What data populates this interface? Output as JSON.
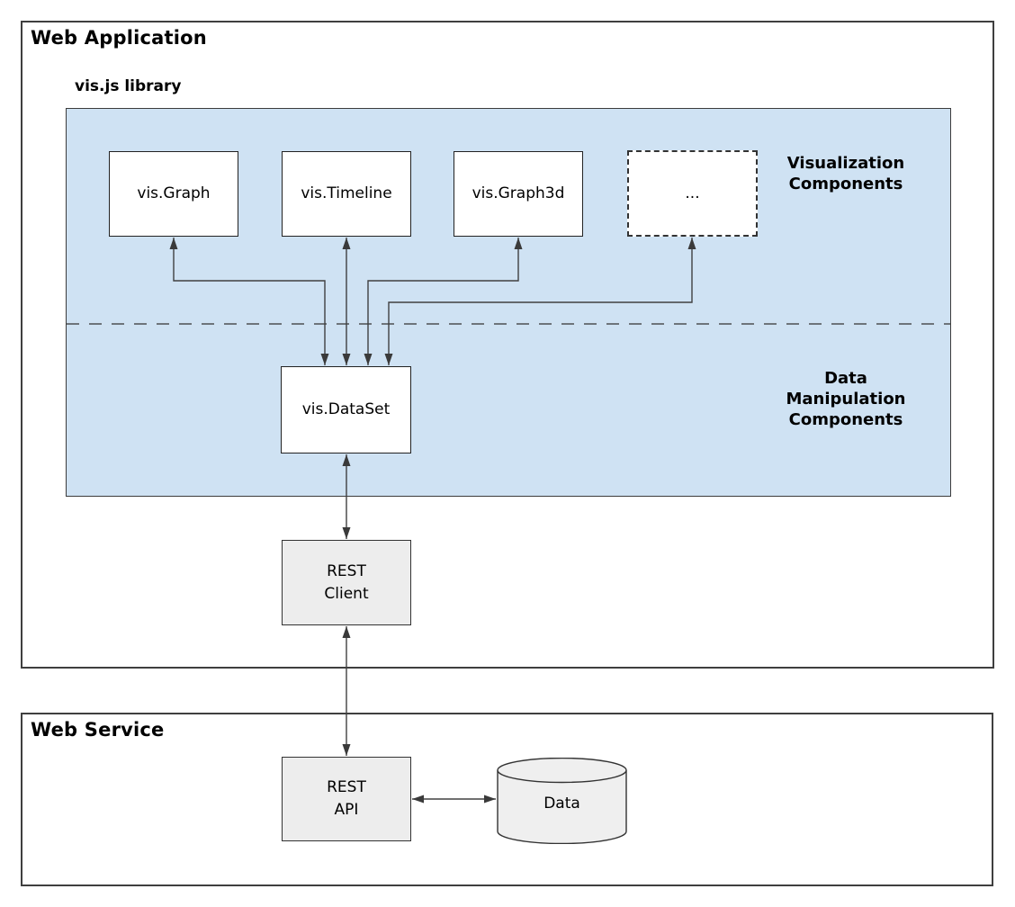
{
  "colors": {
    "panel_blue": "#cfe2f3",
    "node_white": "#ffffff",
    "node_gray": "#ededed",
    "line_dark": "#404040"
  },
  "web_application": {
    "title": "Web Application",
    "vis_library": {
      "title": "vis.js library",
      "section_labels": {
        "visualization": "Visualization\nComponents",
        "data_manipulation": "Data\nManipulation\nComponents"
      },
      "visualization_components": [
        {
          "label": "vis.Graph"
        },
        {
          "label": "vis.Timeline"
        },
        {
          "label": "vis.Graph3d"
        },
        {
          "label": "..."
        }
      ],
      "data_component": {
        "label": "vis.DataSet"
      }
    },
    "rest_client": {
      "label": "REST\nClient"
    }
  },
  "web_service": {
    "title": "Web Service",
    "rest_api": {
      "label": "REST\nAPI"
    },
    "data_store": {
      "label": "Data"
    }
  }
}
